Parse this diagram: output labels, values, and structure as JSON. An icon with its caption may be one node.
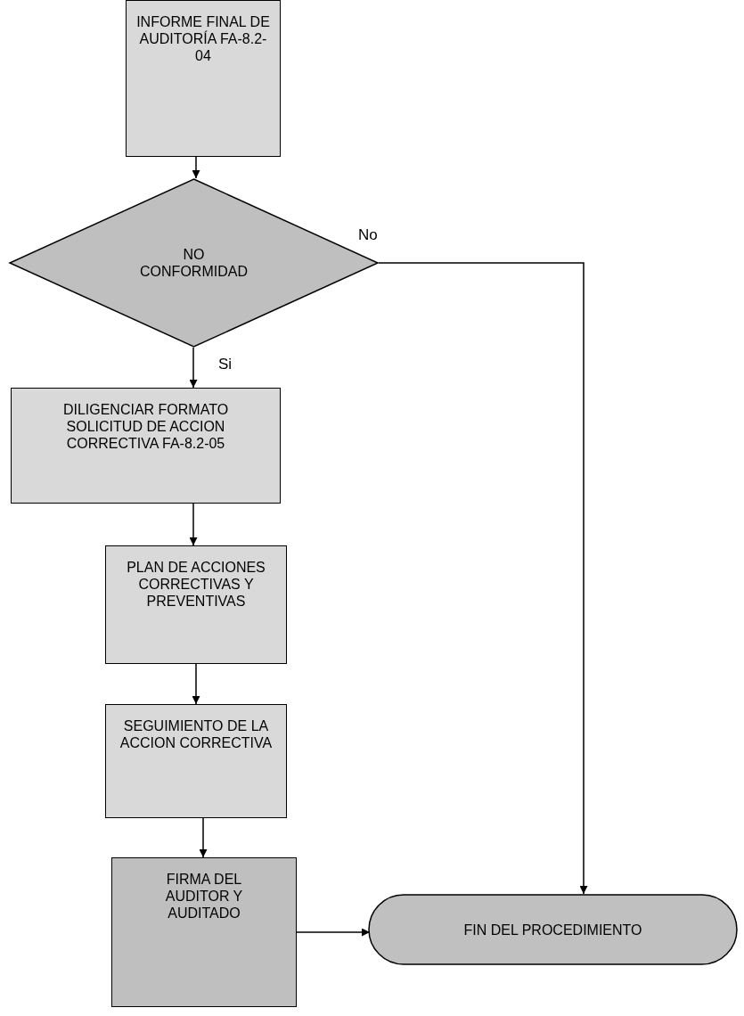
{
  "diagram": {
    "nodes": [
      {
        "text": [
          "INFORME FINAL DE AUDITORÍA FA-8.2-04"
        ]
      },
      {
        "text": [
          "NO CONFORMIDAD"
        ]
      },
      {
        "text": [
          "DILIGENCIAR FORMATO SOLICITUD DE ACCION CORRECTIVA FA-8.2-05"
        ]
      },
      {
        "text": [
          "PLAN DE ACCIONES CORRECTIVAS Y PREVENTIVAS"
        ]
      },
      {
        "text": [
          "SEGUIMIENTO DE LA ACCION CORRECTIVA"
        ]
      },
      {
        "text": [
          "FIRMA DEL AUDITOR Y AUDITADO"
        ]
      },
      {
        "text": [
          "FIN DEL PROCEDIMIENTO"
        ]
      }
    ],
    "edges": [
      {
        "from": 0,
        "to": 1,
        "arrow": "to"
      },
      {
        "from": 1,
        "to": 2,
        "arrow": "to",
        "label": "Si"
      },
      {
        "from": 1,
        "to": 6,
        "arrow": "to",
        "label": "No"
      },
      {
        "from": 2,
        "to": 3,
        "arrow": "to"
      },
      {
        "from": 3,
        "to": 4,
        "arrow": "to"
      },
      {
        "from": 4,
        "to": 5,
        "arrow": "to"
      },
      {
        "from": 5,
        "to": 6,
        "arrow": "to"
      }
    ]
  }
}
